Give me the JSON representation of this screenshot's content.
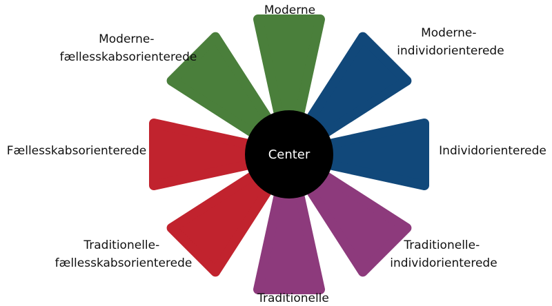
{
  "diagram": {
    "center": {
      "label": "Center",
      "color": "#000000"
    },
    "segments": [
      {
        "id": "moderne",
        "lines": [
          "Moderne"
        ],
        "color": "#4a7f3b"
      },
      {
        "id": "moderne-individorienterede",
        "lines": [
          "Moderne-",
          "individorienterede"
        ],
        "color": "#11487a"
      },
      {
        "id": "individorienterede",
        "lines": [
          "Individorienterede"
        ],
        "color": "#11487a"
      },
      {
        "id": "traditionelle-individorienterede",
        "lines": [
          "Traditionelle-",
          "individorienterede"
        ],
        "color": "#8d3a7c"
      },
      {
        "id": "traditionelle",
        "lines": [
          "Traditionelle"
        ],
        "color": "#8d3a7c"
      },
      {
        "id": "traditionelle-faellesskabsorienterede",
        "lines": [
          "Traditionelle-",
          "fællesskabsorienterede"
        ],
        "color": "#c1232e"
      },
      {
        "id": "faellesskabsorienterede",
        "lines": [
          "Fællesskabsorienterede"
        ],
        "color": "#c1232e"
      },
      {
        "id": "moderne-faellesskabsorienterede",
        "lines": [
          "Moderne-",
          "fællesskabsorienterede"
        ],
        "color": "#4a7f3b"
      }
    ]
  }
}
